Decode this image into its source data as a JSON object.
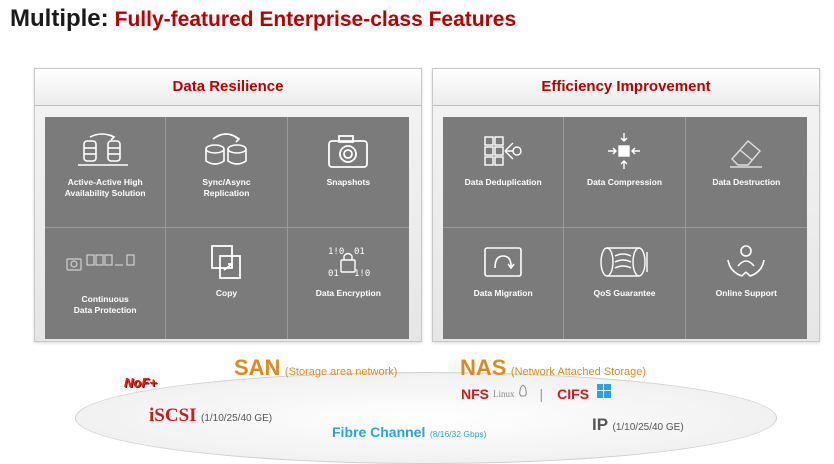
{
  "header": {
    "lead": "Multiple:",
    "rest": "Fully-featured Enterprise-class Features"
  },
  "panels": [
    {
      "title": "Data Resilience",
      "cells": [
        {
          "label": "Active-Active High\nAvailability Solution",
          "icon": "active-active-icon"
        },
        {
          "label": "Sync/Async\nReplication",
          "icon": "replication-icon"
        },
        {
          "label": "Snapshots",
          "icon": "camera-icon"
        },
        {
          "label": "Continuous\nData Protection",
          "icon": "cdp-icon"
        },
        {
          "label": "Copy",
          "icon": "copy-icon"
        },
        {
          "label": "Data Encryption",
          "icon": "encryption-icon"
        }
      ]
    },
    {
      "title": "Efficiency Improvement",
      "cells": [
        {
          "label": "Data Deduplication",
          "icon": "deduplication-icon"
        },
        {
          "label": "Data Compression",
          "icon": "compression-icon"
        },
        {
          "label": "Data Destruction",
          "icon": "eraser-icon"
        },
        {
          "label": "Data Migration",
          "icon": "migration-icon"
        },
        {
          "label": "QoS Guarantee",
          "icon": "qos-icon"
        },
        {
          "label": "Online Support",
          "icon": "support-icon"
        }
      ]
    }
  ],
  "protocols": {
    "nof": "NoF+",
    "san": "SAN",
    "san_desc": "(Storage area network)",
    "nas": "NAS",
    "nas_desc": "(Network Attached Storage)",
    "nfs": "NFS",
    "linux": "Linux",
    "sep": "|",
    "cifs": "CIFS",
    "iscsi": "iSCSI",
    "iscsi_speed": "(1/10/25/40 GE)",
    "fc": "Fibre Channel",
    "fc_speed": "(8/16/32 Gbps)",
    "ip": "IP",
    "ip_speed": "(1/10/25/40 GE)"
  },
  "colors": {
    "accent": "#c00000",
    "tile": "#7b7b7b",
    "orange": "#e08a1e",
    "fc_blue": "#29a3e8"
  }
}
